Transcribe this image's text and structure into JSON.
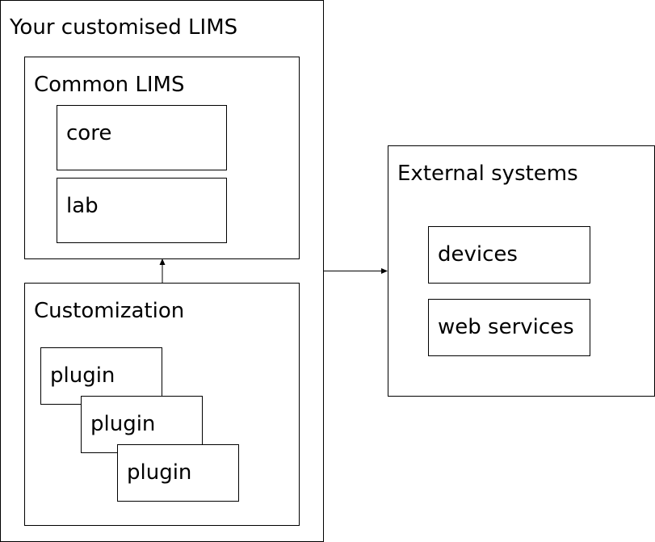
{
  "diagram": {
    "customised_lims": {
      "title": "Your customised LIMS",
      "common_lims": {
        "title": "Common LIMS",
        "modules": [
          "core",
          "lab"
        ]
      },
      "customization": {
        "title": "Customization",
        "plugins": [
          "plugin",
          "plugin",
          "plugin"
        ]
      }
    },
    "external_systems": {
      "title": "External systems",
      "items": [
        "devices",
        "web services"
      ]
    },
    "connections": [
      {
        "from": "Customization",
        "to": "Common LIMS"
      },
      {
        "from": "Your customised LIMS",
        "to": "External systems"
      }
    ]
  }
}
